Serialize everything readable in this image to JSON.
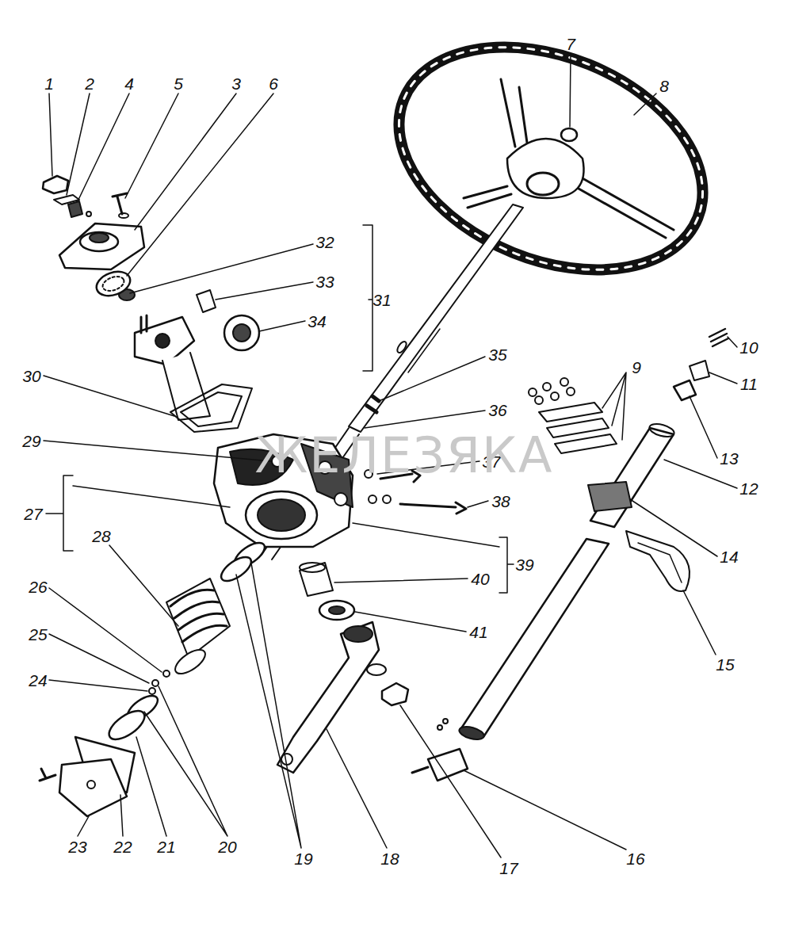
{
  "diagram": {
    "labels": [
      "1",
      "2",
      "4",
      "5",
      "3",
      "6",
      "7",
      "8",
      "32",
      "33",
      "31",
      "34",
      "30",
      "35",
      "9",
      "10",
      "11",
      "36",
      "29",
      "37",
      "13",
      "12",
      "27",
      "38",
      "14",
      "28",
      "39",
      "40",
      "26",
      "25",
      "41",
      "24",
      "15",
      "20",
      "23",
      "22",
      "21",
      "19",
      "18",
      "17",
      "16",
      "ЖЕЛЕЗЯКА"
    ]
  }
}
